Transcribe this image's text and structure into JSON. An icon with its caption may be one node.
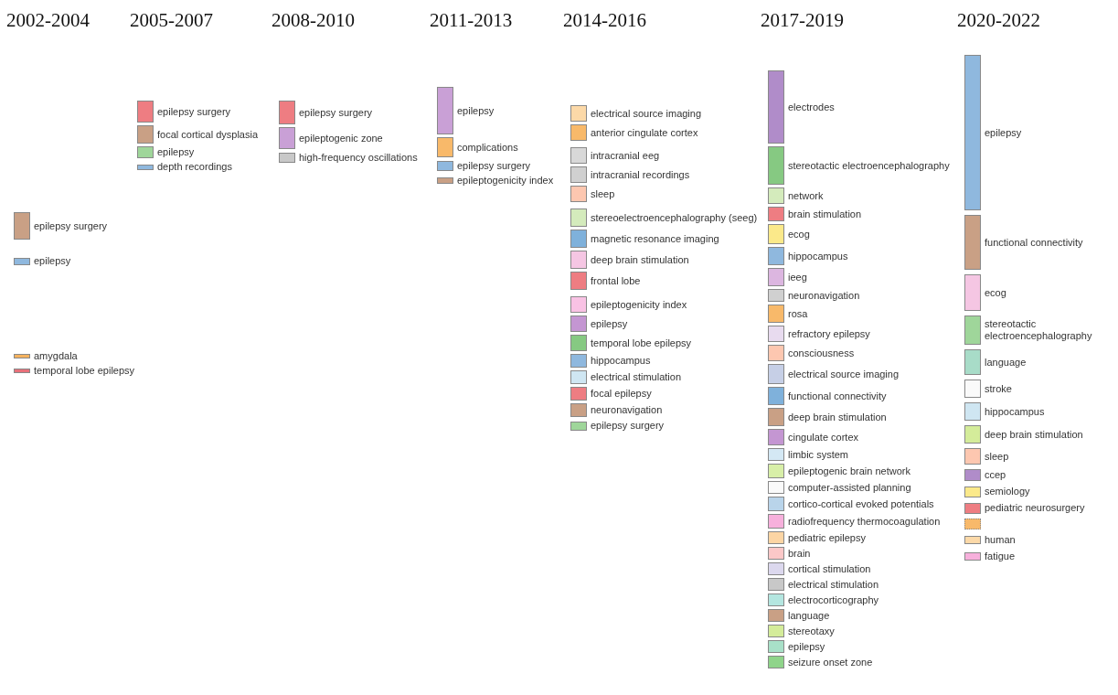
{
  "diagram": {
    "nodes": [
      {
        "text": [
          "epilepsy surgery"
        ]
      },
      {
        "text": [
          "epilepsy"
        ]
      },
      {
        "text": [
          "amygdala"
        ]
      },
      {
        "text": [
          "temporal lobe epilepsy"
        ]
      },
      {
        "text": [
          "epilepsy surgery"
        ]
      },
      {
        "text": [
          "focal cortical dysplasia"
        ]
      },
      {
        "text": [
          "epilepsy"
        ]
      },
      {
        "text": [
          "depth recordings"
        ]
      },
      {
        "text": [
          "epilepsy surgery"
        ]
      },
      {
        "text": [
          "epileptogenic zone"
        ]
      },
      {
        "text": [
          "high-frequency oscillations"
        ]
      },
      {
        "text": [
          "epilepsy"
        ]
      },
      {
        "text": [
          "complications"
        ]
      },
      {
        "text": [
          "epilepsy surgery"
        ]
      },
      {
        "text": [
          "epileptogenicity index"
        ]
      },
      {
        "text": [
          "electrical source imaging"
        ]
      },
      {
        "text": [
          "anterior cingulate cortex"
        ]
      },
      {
        "text": [
          "intracranial eeg"
        ]
      },
      {
        "text": [
          "intracranial recordings"
        ]
      },
      {
        "text": [
          "sleep"
        ]
      },
      {
        "text": [
          "stereoelectroencephalography (seeg)"
        ]
      },
      {
        "text": [
          "magnetic resonance imaging"
        ]
      },
      {
        "text": [
          "deep brain stimulation"
        ]
      },
      {
        "text": [
          "frontal lobe"
        ]
      },
      {
        "text": [
          "epileptogenicity index"
        ]
      },
      {
        "text": [
          "epilepsy"
        ]
      },
      {
        "text": [
          "temporal lobe epilepsy"
        ]
      },
      {
        "text": [
          "hippocampus"
        ]
      },
      {
        "text": [
          "electrical stimulation"
        ]
      },
      {
        "text": [
          "focal epilepsy"
        ]
      },
      {
        "text": [
          "neuronavigation"
        ]
      },
      {
        "text": [
          "epilepsy surgery"
        ]
      },
      {
        "text": [
          "electrodes"
        ]
      },
      {
        "text": [
          "stereotactic electroencephalography"
        ]
      },
      {
        "text": [
          "network"
        ]
      },
      {
        "text": [
          "brain stimulation"
        ]
      },
      {
        "text": [
          "ecog"
        ]
      },
      {
        "text": [
          "hippocampus"
        ]
      },
      {
        "text": [
          "ieeg"
        ]
      },
      {
        "text": [
          "neuronavigation"
        ]
      },
      {
        "text": [
          "rosa"
        ]
      },
      {
        "text": [
          "refractory epilepsy"
        ]
      },
      {
        "text": [
          "consciousness"
        ]
      },
      {
        "text": [
          "electrical source imaging"
        ]
      },
      {
        "text": [
          "functional connectivity"
        ]
      },
      {
        "text": [
          "deep brain stimulation"
        ]
      },
      {
        "text": [
          "cingulate cortex"
        ]
      },
      {
        "text": [
          "limbic system"
        ]
      },
      {
        "text": [
          "epileptogenic brain network"
        ]
      },
      {
        "text": [
          "computer-assisted planning"
        ]
      },
      {
        "text": [
          "cortico-cortical evoked potentials"
        ]
      },
      {
        "text": [
          "radiofrequency thermocoagulation"
        ]
      },
      {
        "text": [
          "pediatric epilepsy"
        ]
      },
      {
        "text": [
          "brain"
        ]
      },
      {
        "text": [
          "cortical stimulation"
        ]
      },
      {
        "text": [
          "electrical stimulation"
        ]
      },
      {
        "text": [
          "electrocorticography"
        ]
      },
      {
        "text": [
          "language"
        ]
      },
      {
        "text": [
          "stereotaxy"
        ]
      },
      {
        "text": [
          "epilepsy"
        ]
      },
      {
        "text": [
          "seizure onset zone"
        ]
      },
      {
        "text": [
          "epilepsy"
        ]
      },
      {
        "text": [
          "functional connectivity"
        ]
      },
      {
        "text": [
          "ecog"
        ]
      },
      {
        "text": [
          "stereotactic electroencephalography"
        ]
      },
      {
        "text": [
          "language"
        ]
      },
      {
        "text": [
          "stroke"
        ]
      },
      {
        "text": [
          "hippocampus"
        ]
      },
      {
        "text": [
          "deep brain stimulation"
        ]
      },
      {
        "text": [
          "sleep"
        ]
      },
      {
        "text": [
          "ccep"
        ]
      },
      {
        "text": [
          "semiology"
        ]
      },
      {
        "text": [
          "pediatric neurosurgery"
        ]
      },
      {
        "text": [],
        "shape": "bar"
      },
      {
        "text": [
          "human"
        ]
      },
      {
        "text": [
          "fatigue"
        ]
      }
    ],
    "edges": [],
    "labels": [
      "2002-2004",
      "2005-2007",
      "2008-2010",
      "2011-2013",
      "2014-2016",
      "2017-2019",
      "2020-2022"
    ]
  }
}
